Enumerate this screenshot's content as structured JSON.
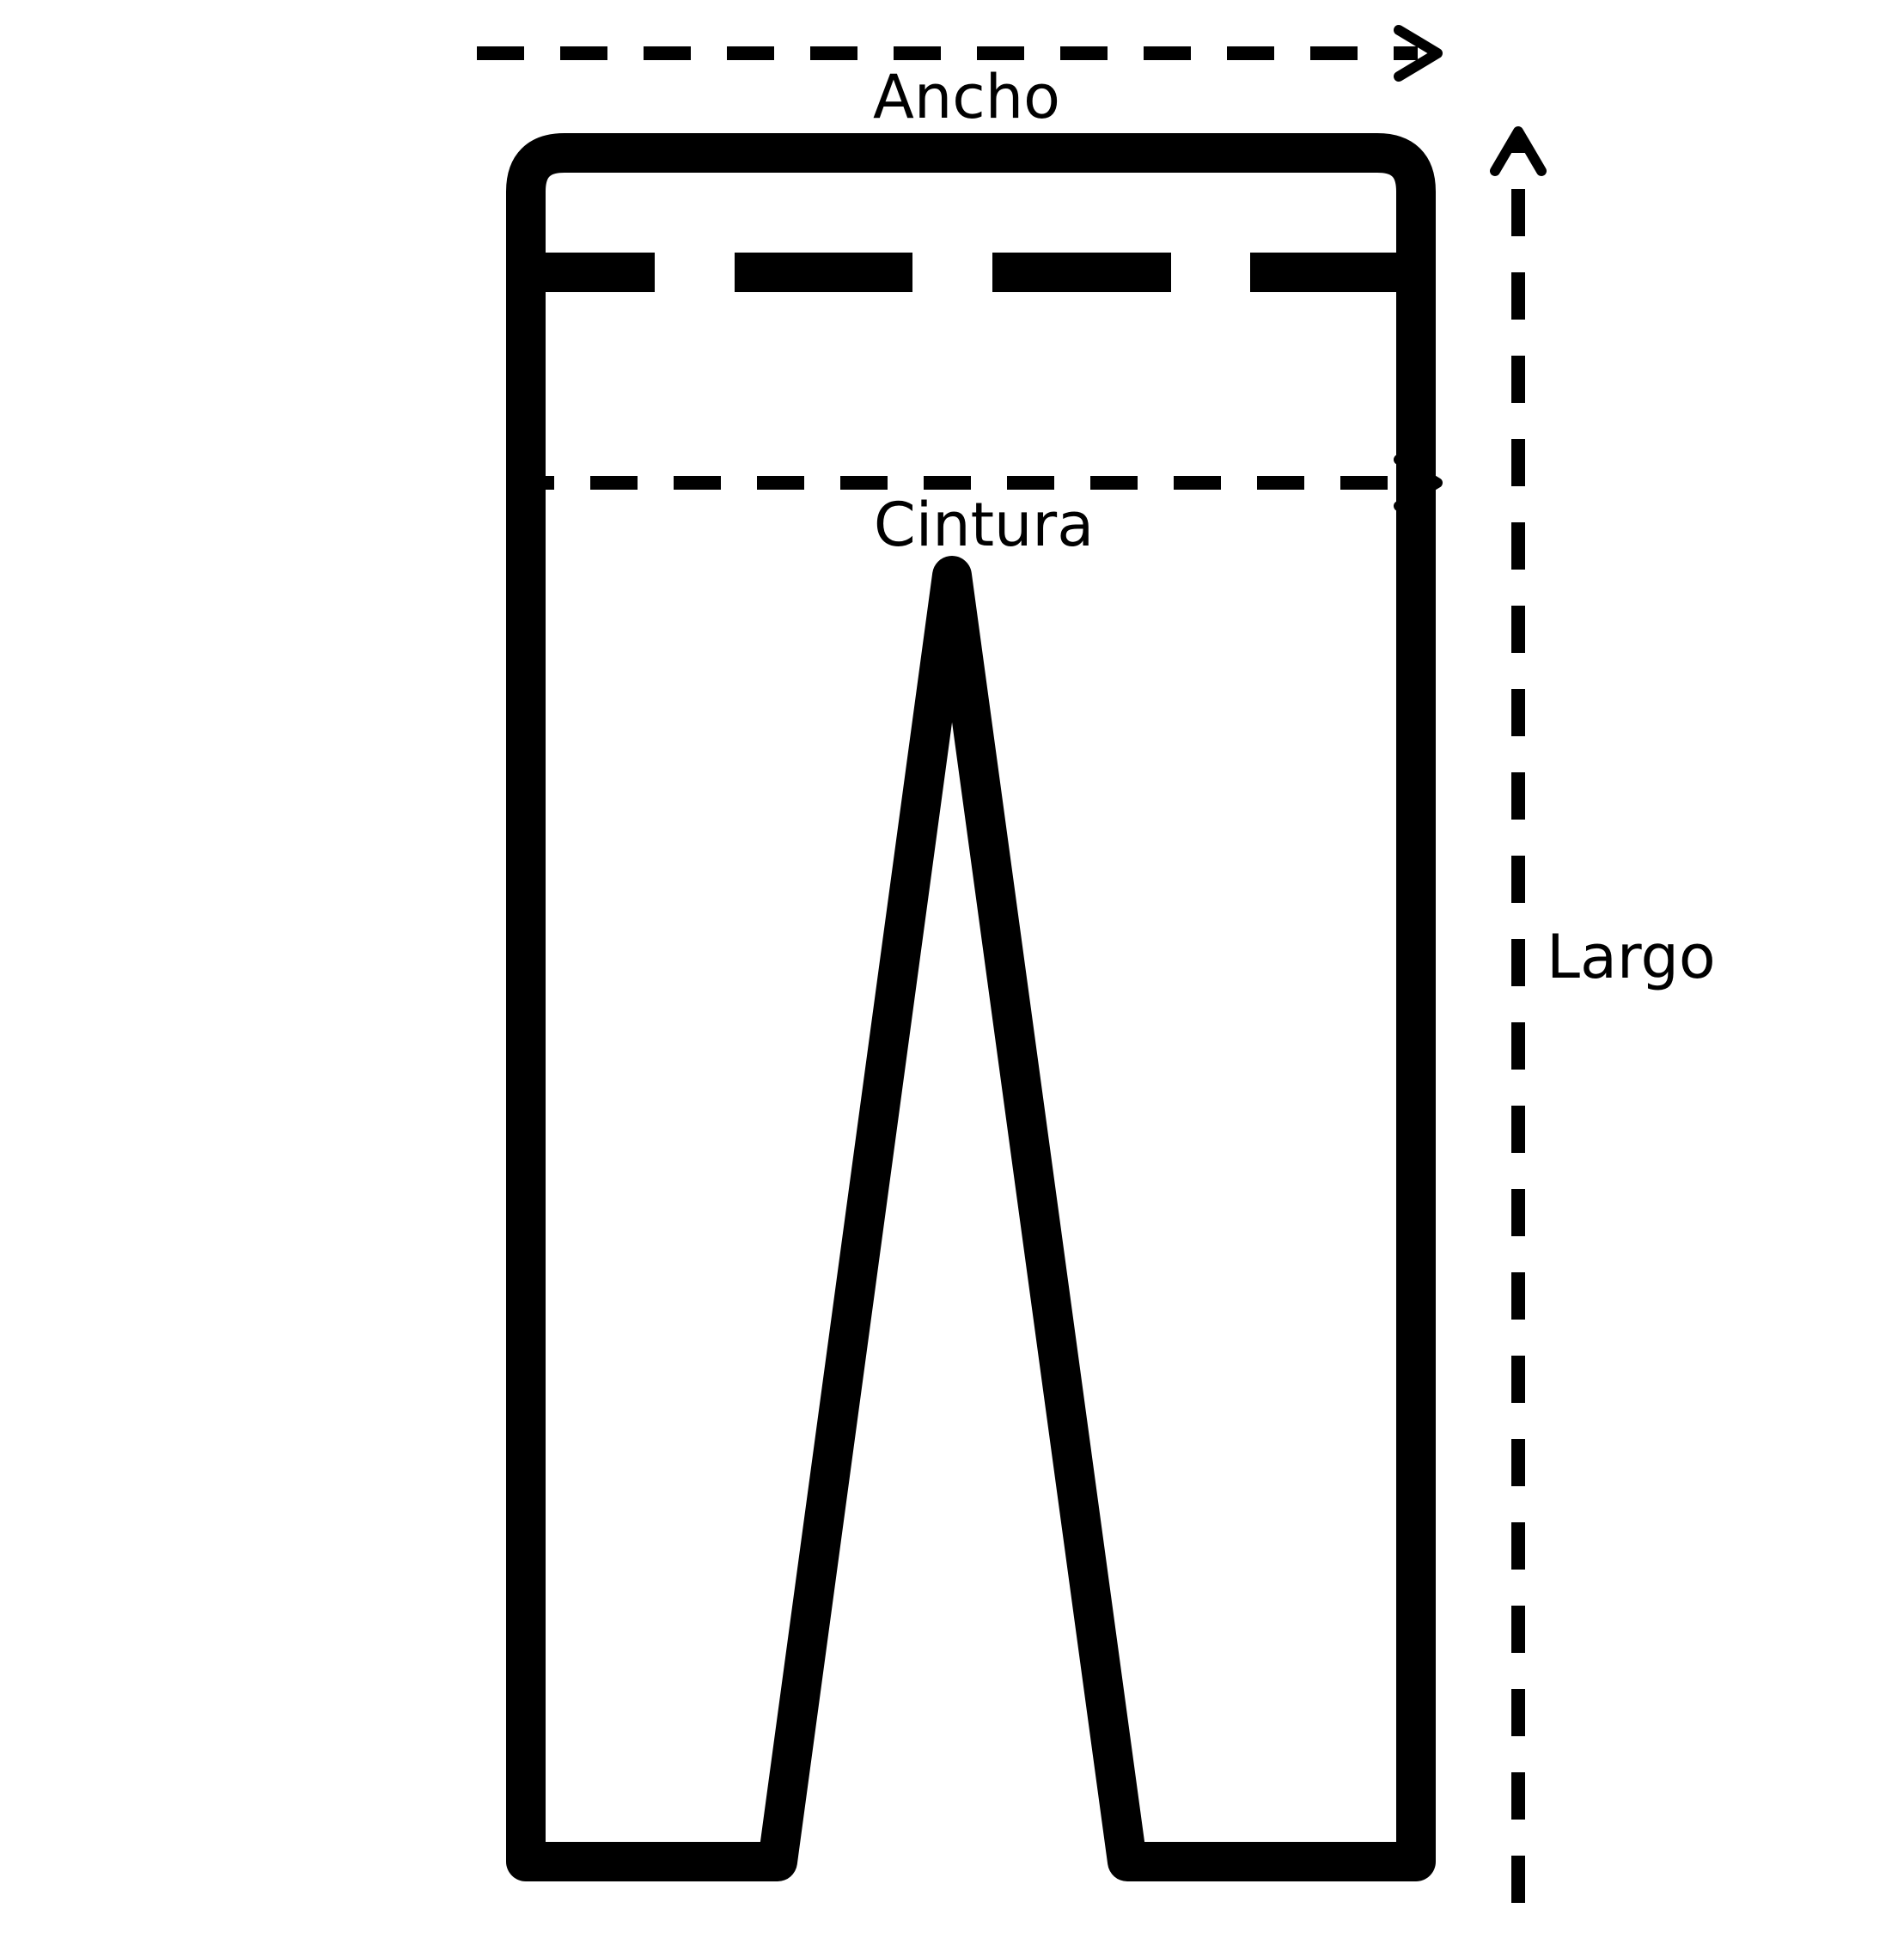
{
  "labels": {
    "width": "Ancho",
    "waist": "Cintura",
    "length": "Largo"
  },
  "colors": {
    "stroke": "#000000",
    "background": "#ffffff"
  }
}
